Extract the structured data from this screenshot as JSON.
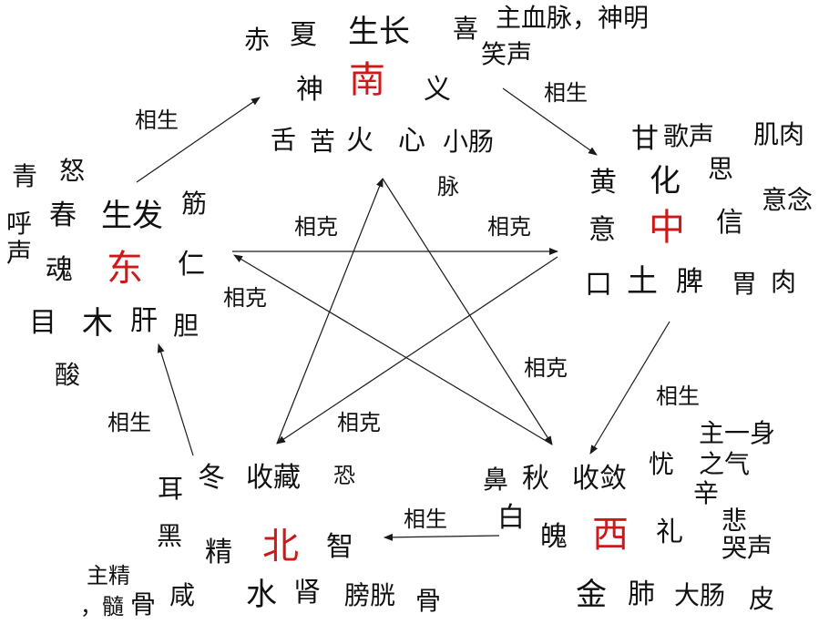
{
  "colors": {
    "direction": "#cc1a1a",
    "text": "#111111",
    "line": "#1a1a1a"
  },
  "relations": {
    "sheng": "相生",
    "ke": "相克"
  },
  "south": {
    "color": "赤",
    "season": "夏",
    "action": "生长",
    "emotion": "喜",
    "function": "主血脉，神明",
    "sound": "笑声",
    "spirit": "神",
    "direction": "南",
    "virtue": "义",
    "organ_sense": "舌",
    "taste": "苦",
    "element": "火",
    "zang": "心",
    "fu": "小肠",
    "tissue": "脉"
  },
  "center": {
    "taste": "甘",
    "sound": "歌声",
    "tissue": "肌肉",
    "emotion": "思",
    "color": "黄",
    "action": "化",
    "emotion2": "意念",
    "spirit": "意",
    "direction": "中",
    "virtue": "信",
    "sense": "口",
    "element": "土",
    "zang": "脾",
    "fu": "胃",
    "tissue2": "肉"
  },
  "east": {
    "color": "青",
    "emotion": "怒",
    "sound_a": "呼",
    "sound_b": "声",
    "season": "春",
    "action": "生发",
    "tissue": "筋",
    "spirit": "魂",
    "direction": "东",
    "virtue": "仁",
    "sense": "目",
    "element": "木",
    "zang": "肝",
    "fu": "胆",
    "taste": "酸"
  },
  "north": {
    "sense": "耳",
    "season": "冬",
    "action": "收藏",
    "emotion": "恐",
    "color": "黑",
    "essence": "精",
    "direction": "北",
    "virtue": "智",
    "function_a": "主精",
    "function_b": "，髓",
    "tissue": "骨",
    "taste": "咸",
    "element": "水",
    "zang": "肾",
    "fu": "膀胱",
    "tissue2": "骨"
  },
  "west": {
    "sense": "鼻",
    "season": "秋",
    "action": "收敛",
    "emotion": "忧",
    "function_a": "主一身",
    "function_b": "之气",
    "taste": "辛",
    "emotion2": "悲",
    "sound": "哭声",
    "color": "白",
    "spirit": "魄",
    "direction": "西",
    "virtue": "礼",
    "element": "金",
    "zang": "肺",
    "fu": "大肠",
    "tissue": "皮"
  }
}
